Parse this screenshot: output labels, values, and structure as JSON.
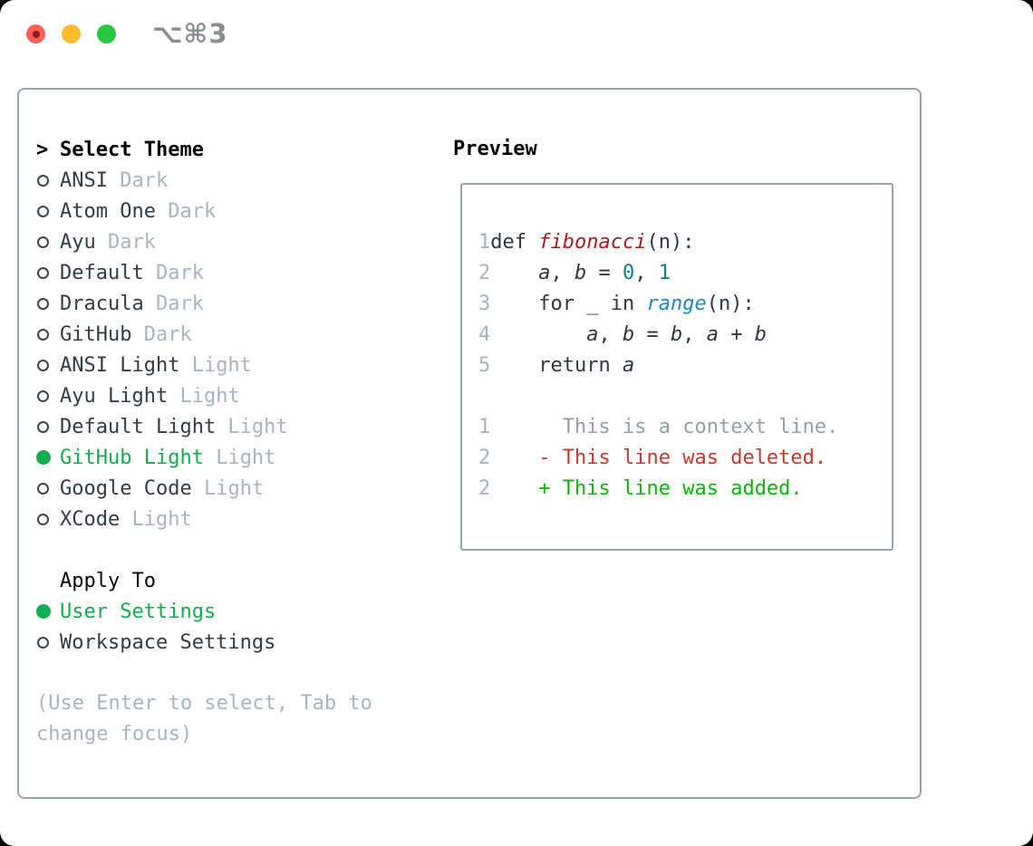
{
  "colors": {
    "accent_green": "#12ad4e",
    "traffic_red": "#ff5f57",
    "traffic_red_dot": "#8c1d18",
    "traffic_yellow": "#febc2e",
    "traffic_green": "#28c840",
    "titlebar_text": "#8b8e93",
    "border_gray": "#9aa2ad",
    "dark_text": "#343b46",
    "muted": "#a9b3c2",
    "radio_ring": "#3c4350",
    "line_number": "#a8b1c2",
    "code_text": "#2f3740",
    "code_fn_red": "#a81a1f",
    "code_num_teal": "#0d7d84",
    "code_builtin_blue": "#2187c8",
    "diff_context": "#999fa6",
    "diff_deleted": "#c6382c",
    "diff_added": "#09b509"
  },
  "titlebar": {
    "title": "⌥⌘3"
  },
  "theme_selector": {
    "prompt": ">",
    "header": "Select Theme",
    "items": [
      {
        "name": "ANSI",
        "variant": "Dark",
        "selected": false
      },
      {
        "name": "Atom One",
        "variant": "Dark",
        "selected": false
      },
      {
        "name": "Ayu",
        "variant": "Dark",
        "selected": false
      },
      {
        "name": "Default",
        "variant": "Dark",
        "selected": false
      },
      {
        "name": "Dracula",
        "variant": "Dark",
        "selected": false
      },
      {
        "name": "GitHub",
        "variant": "Dark",
        "selected": false
      },
      {
        "name": "ANSI Light",
        "variant": "Light",
        "selected": false
      },
      {
        "name": "Ayu Light",
        "variant": "Light",
        "selected": false
      },
      {
        "name": "Default Light",
        "variant": "Light",
        "selected": false
      },
      {
        "name": "GitHub Light",
        "variant": "Light",
        "selected": true
      },
      {
        "name": "Google Code",
        "variant": "Light",
        "selected": false
      },
      {
        "name": "XCode",
        "variant": "Light",
        "selected": false
      }
    ]
  },
  "preview": {
    "header": "Preview",
    "lines": [
      {
        "num": "1",
        "tokens": [
          {
            "t": "def ",
            "c": "code"
          },
          {
            "t": "fibonacci",
            "c": "fn"
          },
          {
            "t": "(n):",
            "c": "code"
          }
        ]
      },
      {
        "num": "2",
        "tokens": [
          {
            "t": "    ",
            "c": "code"
          },
          {
            "t": "a",
            "c": "var"
          },
          {
            "t": ", ",
            "c": "code"
          },
          {
            "t": "b",
            "c": "var"
          },
          {
            "t": " = ",
            "c": "code"
          },
          {
            "t": "0",
            "c": "num"
          },
          {
            "t": ", ",
            "c": "code"
          },
          {
            "t": "1",
            "c": "num"
          }
        ]
      },
      {
        "num": "3",
        "tokens": [
          {
            "t": "    for _ in ",
            "c": "code"
          },
          {
            "t": "range",
            "c": "builtin"
          },
          {
            "t": "(n):",
            "c": "code"
          }
        ]
      },
      {
        "num": "4",
        "tokens": [
          {
            "t": "        ",
            "c": "code"
          },
          {
            "t": "a",
            "c": "var"
          },
          {
            "t": ", ",
            "c": "code"
          },
          {
            "t": "b",
            "c": "var"
          },
          {
            "t": " = ",
            "c": "code"
          },
          {
            "t": "b",
            "c": "var"
          },
          {
            "t": ", ",
            "c": "code"
          },
          {
            "t": "a",
            "c": "var"
          },
          {
            "t": " + ",
            "c": "code"
          },
          {
            "t": "b",
            "c": "var"
          }
        ]
      },
      {
        "num": "5",
        "tokens": [
          {
            "t": "    return ",
            "c": "code"
          },
          {
            "t": "a",
            "c": "var"
          }
        ]
      },
      {
        "num": "",
        "tokens": []
      },
      {
        "num": "1",
        "tokens": [
          {
            "t": "      This is a context line.",
            "c": "context"
          }
        ]
      },
      {
        "num": "2",
        "tokens": [
          {
            "t": "    - This line was deleted.",
            "c": "deleted"
          }
        ]
      },
      {
        "num": "2",
        "tokens": [
          {
            "t": "    + This line was added.",
            "c": "added"
          }
        ]
      }
    ]
  },
  "apply_to": {
    "header": "Apply To",
    "options": [
      {
        "label": "User Settings",
        "selected": true
      },
      {
        "label": "Workspace Settings",
        "selected": false
      }
    ]
  },
  "hint": "(Use Enter to select, Tab to change focus)"
}
